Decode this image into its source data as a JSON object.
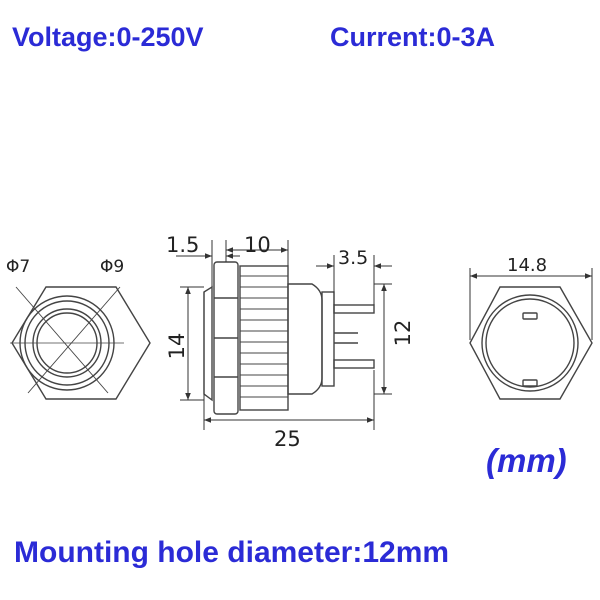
{
  "header": {
    "voltage": "Voltage:0-250V",
    "current": "Current:0-3A"
  },
  "front_view": {
    "inner_diameter_label": "Φ7",
    "outer_diameter_label": "Φ9"
  },
  "side_view": {
    "flange_thickness": "1.5",
    "thread_length": "10",
    "terminal_width": "3.5",
    "head_height": "14",
    "terminal_height": "12",
    "total_length": "25"
  },
  "rear_view": {
    "width_across_flats": "14.8"
  },
  "unit": "(mm)",
  "footer": {
    "mounting": "Mounting hole diameter:12mm"
  },
  "colors": {
    "text_accent": "#2b2bd6",
    "drawing": "#444444"
  }
}
